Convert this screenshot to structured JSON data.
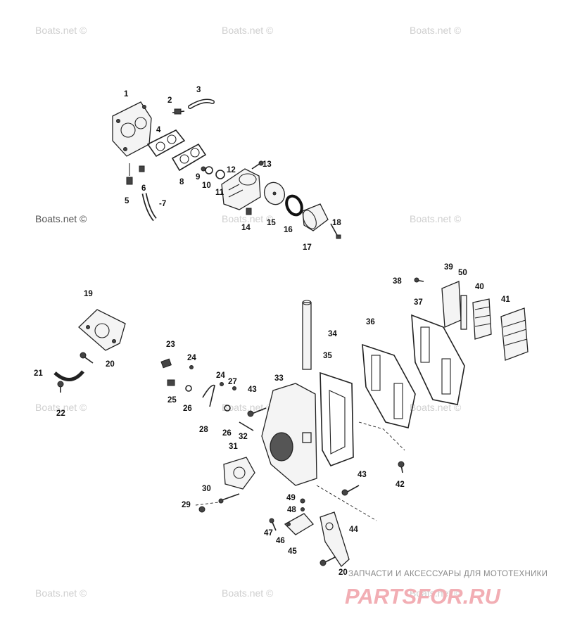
{
  "watermarks": [
    {
      "text": "Boats.net ©"
    },
    {
      "text": "Boats.net ©"
    },
    {
      "text": "Boats.net ©"
    },
    {
      "text": "Boats.net ©"
    },
    {
      "text": "Boats.net ©"
    },
    {
      "text": "Boats.net ©"
    },
    {
      "text": "Boats.net ©"
    },
    {
      "text": "Boats.net ©"
    },
    {
      "text": "Boats.net ©"
    },
    {
      "text": "Boats.net ©"
    },
    {
      "text": "Boats.net ©"
    },
    {
      "text": "Boats.net ©"
    }
  ],
  "watermark_dark": {
    "text": "Boats.net ©"
  },
  "callouts": [
    "1",
    "2",
    "3",
    "4",
    "5",
    "6",
    "-7",
    "8",
    "9",
    "10",
    "11",
    "12",
    "13",
    "14",
    "15",
    "16",
    "17",
    "18",
    "19",
    "20",
    "21",
    "22",
    "23",
    "24",
    "24",
    "25",
    "26",
    "26",
    "27",
    "28",
    "29",
    "30",
    "31",
    "32",
    "33",
    "34",
    "35",
    "36",
    "37",
    "38",
    "39",
    "40",
    "41",
    "42",
    "43",
    "43",
    "44",
    "45",
    "46",
    "47",
    "48",
    "49",
    "50",
    "20"
  ],
  "footer": {
    "promo": "ЗАПЧАСТИ И АКСЕССУАРЫ ДЛЯ МОТОТЕХНИКИ",
    "brand": "PARTSFOR.RU"
  },
  "colors": {
    "ink": "#222222",
    "watermark": "#cfcfcf",
    "brand": "#f2aeb4"
  }
}
